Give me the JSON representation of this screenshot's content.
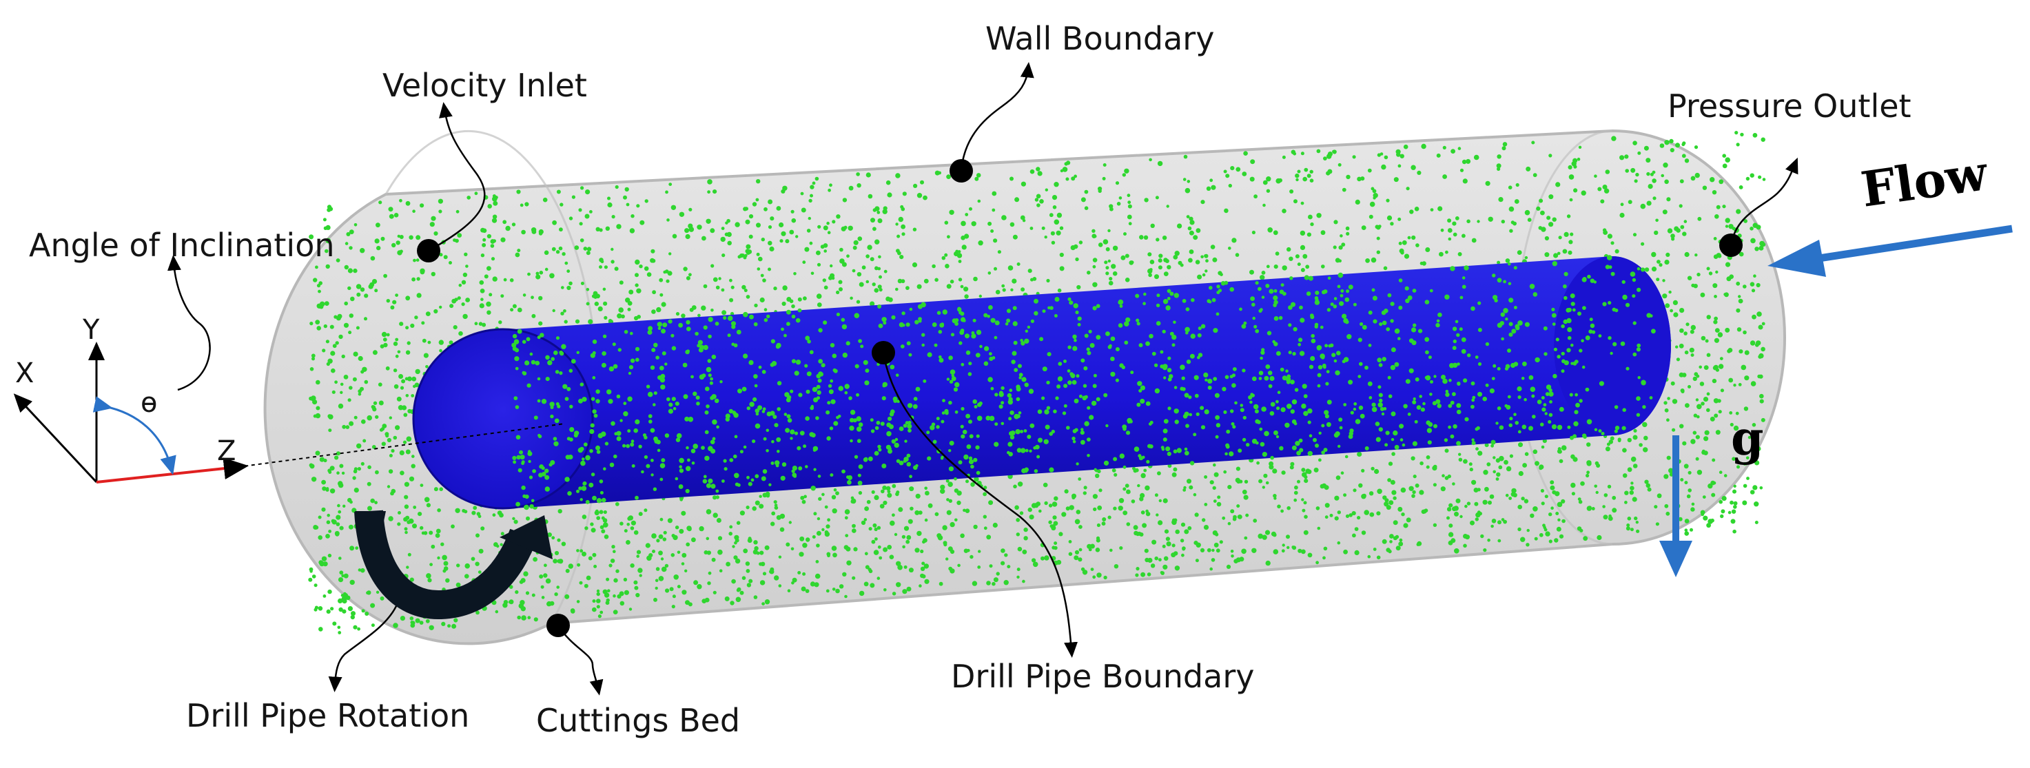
{
  "labels": {
    "velocity_inlet": "Velocity Inlet",
    "wall_boundary": "Wall Boundary",
    "pressure_outlet": "Pressure Outlet",
    "angle_of_inclination": "Angle of Inclination",
    "drill_pipe_rotation": "Drill Pipe Rotation",
    "cuttings_bed": "Cuttings Bed",
    "drill_pipe_boundary": "Drill Pipe Boundary",
    "flow": "Flow",
    "gravity": "g"
  },
  "axes": {
    "x": "X",
    "y": "Y",
    "z": "Z",
    "angle": "ɵ"
  },
  "colors": {
    "annulus": "#d4d4d4",
    "drill_pipe": "#1c14e0",
    "particles": "#2fd62f",
    "flow_arrow": "#2a72c8",
    "z_axis": "#e02020"
  }
}
